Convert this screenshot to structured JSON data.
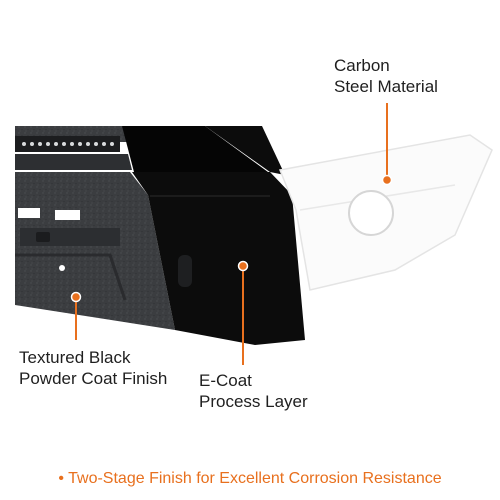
{
  "accent_color": "#e8701e",
  "callouts": {
    "carbon": {
      "line1": "Carbon",
      "line2": "Steel Material"
    },
    "textured": {
      "line1": "Textured Black",
      "line2": "Powder Coat Finish"
    },
    "ecoat": {
      "line1": "E-Coat",
      "line2": "Process Layer"
    }
  },
  "caption": "• Two-Stage Finish for Excellent Corrosion Resistance"
}
